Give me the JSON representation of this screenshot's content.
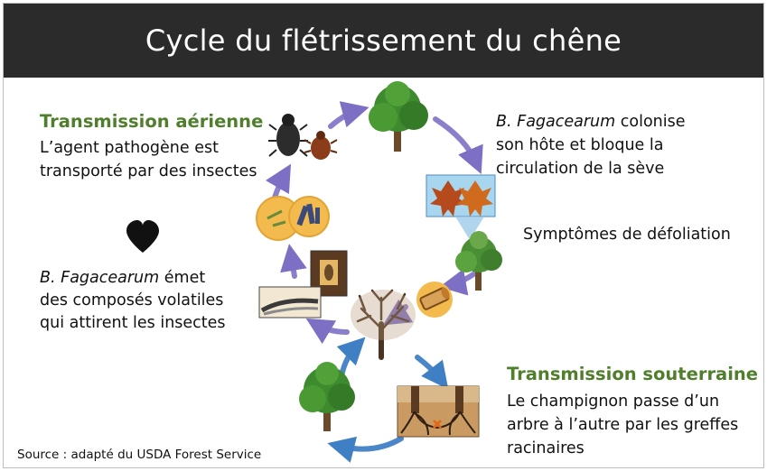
{
  "title": "Cycle du flétrissement du chêne",
  "aerial": {
    "heading": "Transmission aérienne",
    "line1": "L’agent pathogène est",
    "line2": "transporté par des insectes"
  },
  "colonise": {
    "species": "B. Fagacearum",
    "line1_rest": " colonise",
    "line2": "son hôte et bloque la",
    "line3": "circulation de la sève"
  },
  "symptoms": "Symptômes de défoliation",
  "volatile": {
    "species": "B. Fagacearum",
    "line1_rest": " émet",
    "line2": "des composés volatiles",
    "line3": "qui attirent les insectes"
  },
  "underground": {
    "heading": "Transmission souterraine",
    "line1": "Le champignon passe d’un",
    "line2": "arbre à l’autre par les greffes",
    "line3": "racinaires"
  },
  "source": "Source : adapté du USDA Forest Service",
  "colors": {
    "title_bg": "#2b2b2b",
    "heading_green": "#4f7f2c",
    "arrow_purple": "#8a7fcb",
    "arrow_blue": "#4a86c8"
  },
  "icons": [
    "heart-icon",
    "beetle-icon",
    "tree-icon",
    "leaf-icon",
    "dead-tree-icon",
    "root-graft-icon",
    "spore-icon"
  ]
}
